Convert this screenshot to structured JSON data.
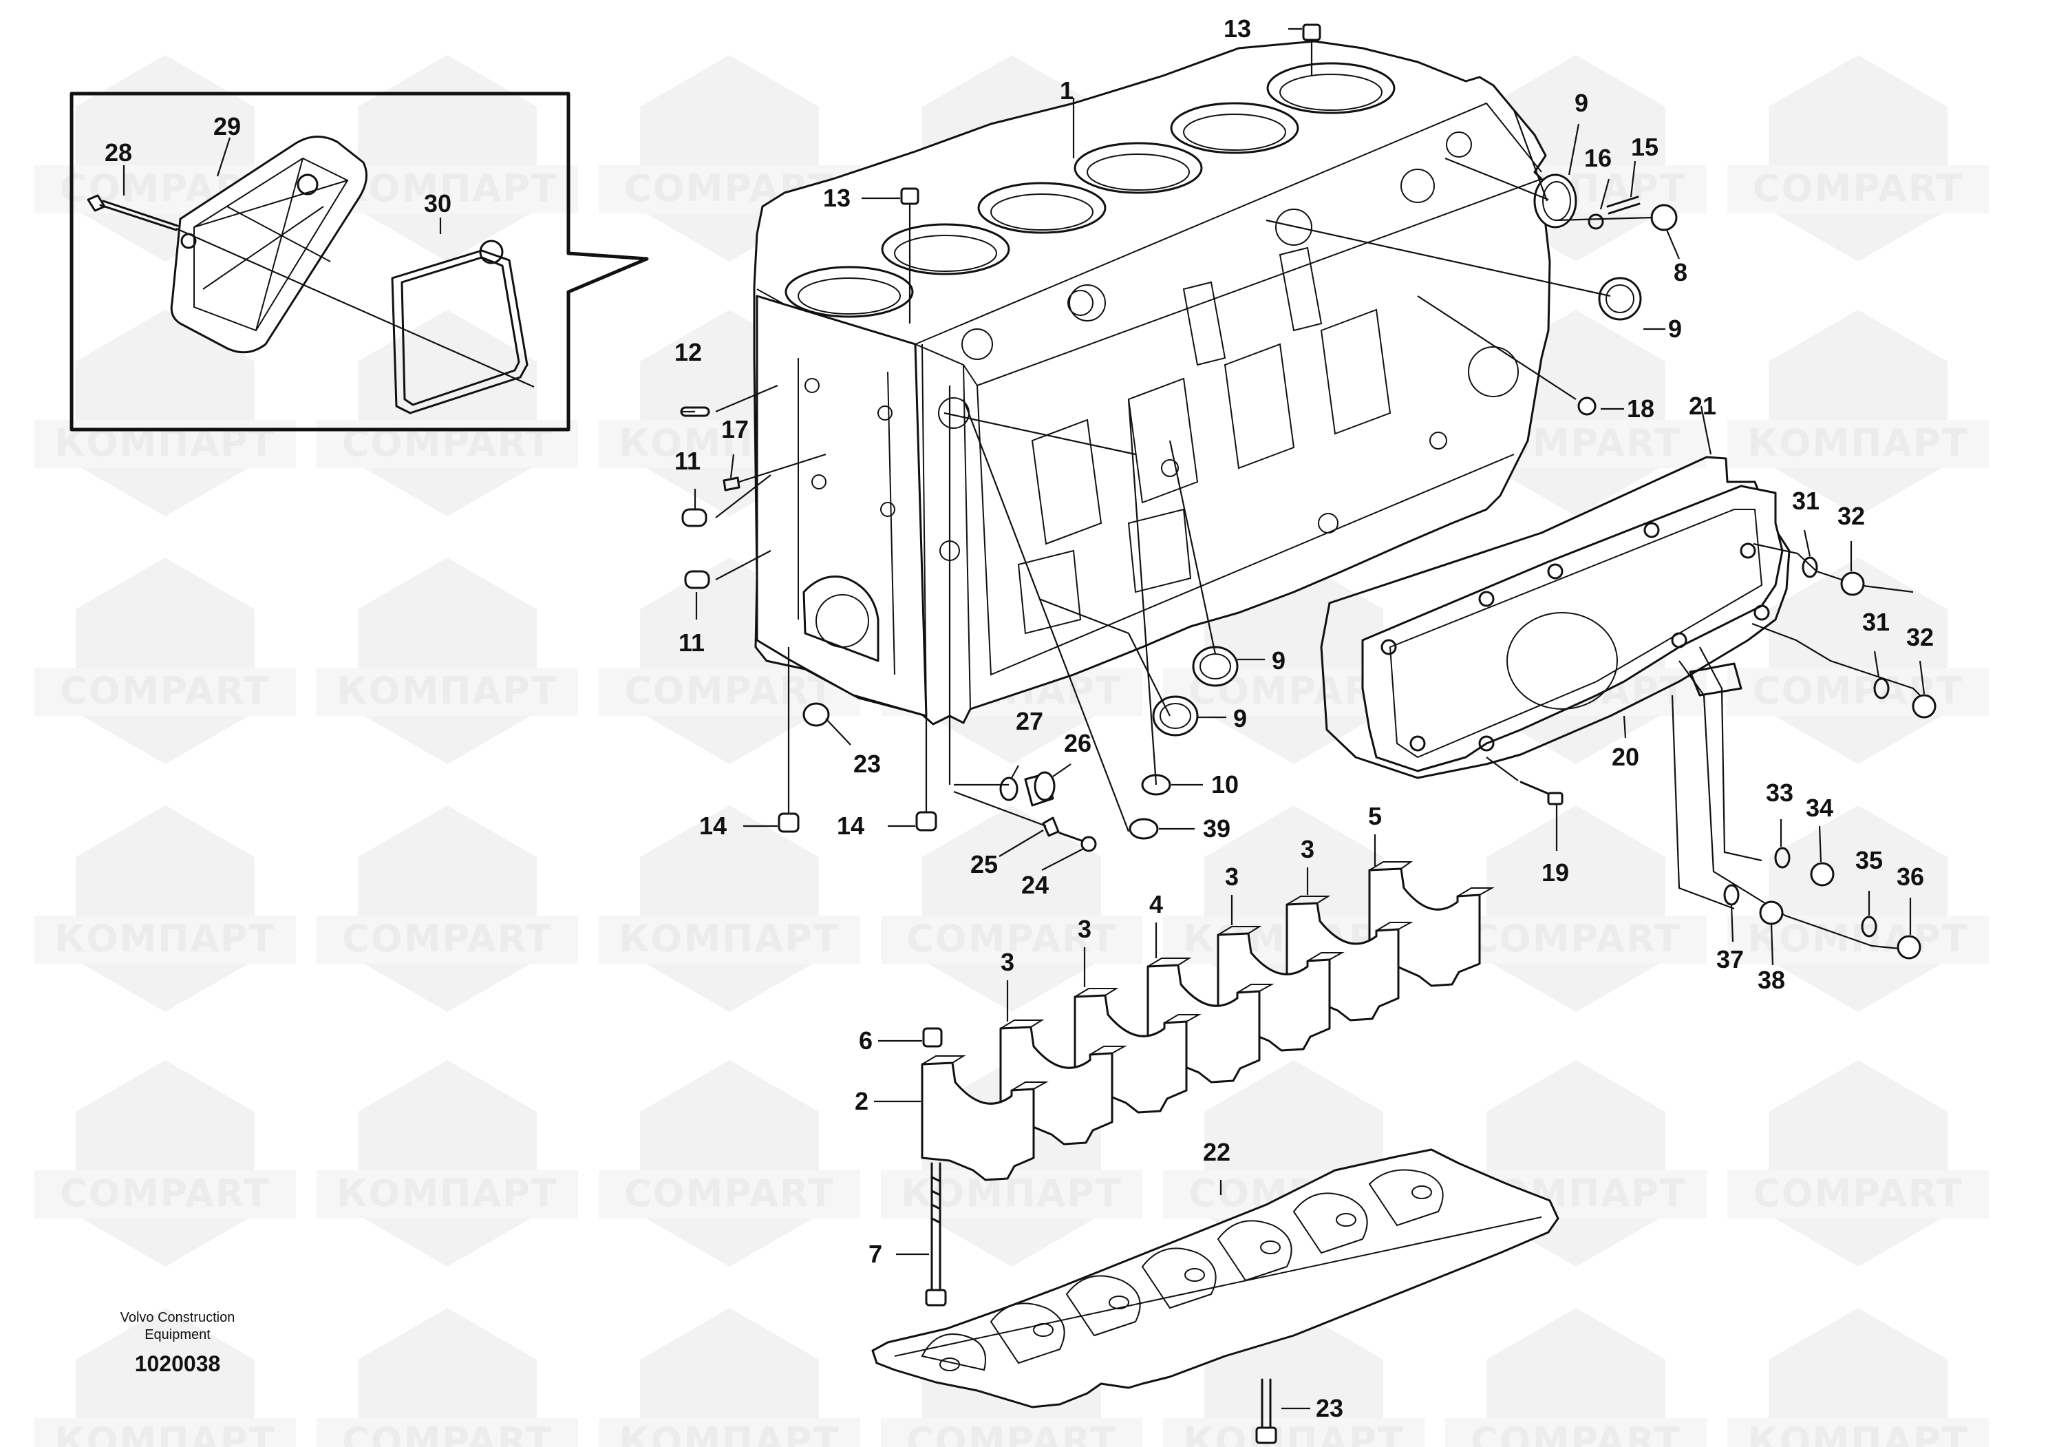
{
  "watermark": {
    "latin": "COMPART",
    "cyrillic": "КОМПАРТ"
  },
  "callouts": {
    "c1": "1",
    "c2": "2",
    "c3": "3",
    "c4": "4",
    "c5": "5",
    "c6": "6",
    "c7": "7",
    "c8": "8",
    "c9": "9",
    "c10": "10",
    "c11": "11",
    "c12": "12",
    "c13": "13",
    "c14": "14",
    "c15": "15",
    "c16": "16",
    "c17": "17",
    "c18": "18",
    "c19": "19",
    "c20": "20",
    "c21": "21",
    "c22": "22",
    "c23": "23",
    "c24": "24",
    "c25": "25",
    "c26": "26",
    "c27": "27",
    "c28": "28",
    "c29": "29",
    "c30": "30",
    "c31": "31",
    "c32": "32",
    "c33": "33",
    "c34": "34",
    "c35": "35",
    "c36": "36",
    "c37": "37",
    "c38": "38",
    "c39": "39"
  },
  "caption": {
    "line1": "Volvo Construction",
    "line2": "Equipment",
    "doc_number": "1020038"
  }
}
